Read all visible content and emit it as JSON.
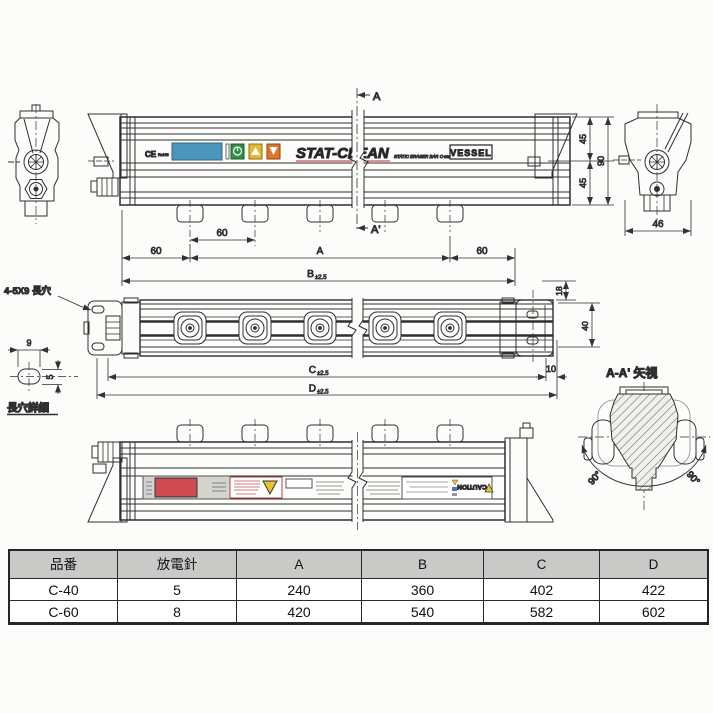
{
  "front_view": {
    "ce_mark": "CE",
    "rohs": "RoHS",
    "brand": "STAT-CLEAN",
    "brand_sub": "STATIC ERASER BAR C-series",
    "logo": "VESSEL",
    "dim_upper_45": "45",
    "dim_lower_45": "45",
    "dim_total_90": "90",
    "dim_pitch_60": "60",
    "dim_left_60": "60",
    "dim_span_a": "A",
    "dim_right_60": "60",
    "dim_overall_letter": "B",
    "tolerance": "±2.5",
    "section_top": "A",
    "section_bottom": "A'"
  },
  "right_end_view": {
    "dim_width_46": "46"
  },
  "bottom_face_view": {
    "slot_callout": "4-5X9 長穴",
    "dim_18": "18",
    "dim_40": "40",
    "dim_10": "10",
    "dim_c_letter": "C",
    "dim_d_letter": "D",
    "tolerance": "±2.5"
  },
  "slot_detail": {
    "title": "長穴詳細",
    "dim_width_9": "9",
    "dim_height_5": "5"
  },
  "section_view": {
    "title": "A-A' 矢視",
    "angle_left": "90°",
    "angle_right": "90°"
  },
  "rear_view": {
    "caution": "CAUTION"
  },
  "table": {
    "headers": [
      "品番",
      "放電針",
      "A",
      "B",
      "C",
      "D"
    ],
    "rows": [
      [
        "C-40",
        "5",
        "240",
        "360",
        "402",
        "422"
      ],
      [
        "C-60",
        "8",
        "420",
        "540",
        "582",
        "602"
      ]
    ]
  }
}
